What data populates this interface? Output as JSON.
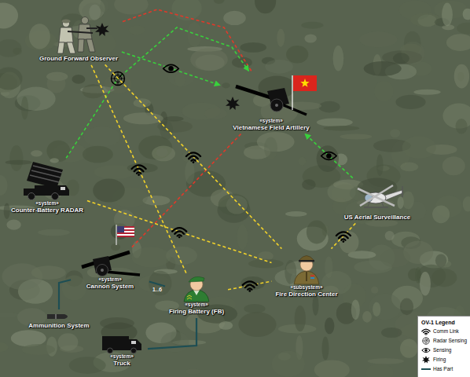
{
  "diagram": {
    "nodes": [
      {
        "text": [
          "Ground Forward Observer"
        ]
      },
      {
        "text": [
          "«system»",
          "Vietnamese Field Artillery"
        ]
      },
      {
        "text": [
          "«system»",
          "Counter-Battery RADAR"
        ]
      },
      {
        "text": [
          "US Aerial Surveillance"
        ]
      },
      {
        "text": [
          "«system»",
          "Cannon System"
        ]
      },
      {
        "text": [
          "«system»",
          "Firing Battery (FB)"
        ]
      },
      {
        "text": [
          "«subsystem»",
          "Fire Direction Center"
        ]
      },
      {
        "text": [
          "Ammunition System"
        ]
      },
      {
        "text": [
          "«system»",
          "Truck"
        ]
      }
    ],
    "edges": [
      {
        "from": 0,
        "to": 1,
        "arrow": "to"
      },
      {
        "from": 1,
        "to": 0,
        "arrow": "none"
      },
      {
        "from": 2,
        "to": 1,
        "arrow": "to"
      },
      {
        "from": 3,
        "to": 1,
        "arrow": "to"
      },
      {
        "from": 4,
        "to": 1,
        "arrow": "none"
      },
      {
        "from": 0,
        "to": 5,
        "arrow": "none"
      },
      {
        "from": 0,
        "to": 6,
        "arrow": "none"
      },
      {
        "from": 2,
        "to": 6,
        "arrow": "none"
      },
      {
        "from": 3,
        "to": 6,
        "arrow": "none"
      },
      {
        "from": 5,
        "to": 6,
        "arrow": "none"
      },
      {
        "from": 4,
        "to": 7,
        "arrow": "none"
      },
      {
        "from": 5,
        "to": 4,
        "label": "1..6",
        "arrow": "none"
      },
      {
        "from": 5,
        "to": 8,
        "arrow": "none"
      }
    ],
    "labels": [
      "OV-1 Legend"
    ],
    "legend": [
      {
        "text": "Comm Link"
      },
      {
        "text": "Radar Sensing"
      },
      {
        "text": "Sensing"
      },
      {
        "text": "Firing"
      },
      {
        "text": "Has Part"
      }
    ]
  }
}
